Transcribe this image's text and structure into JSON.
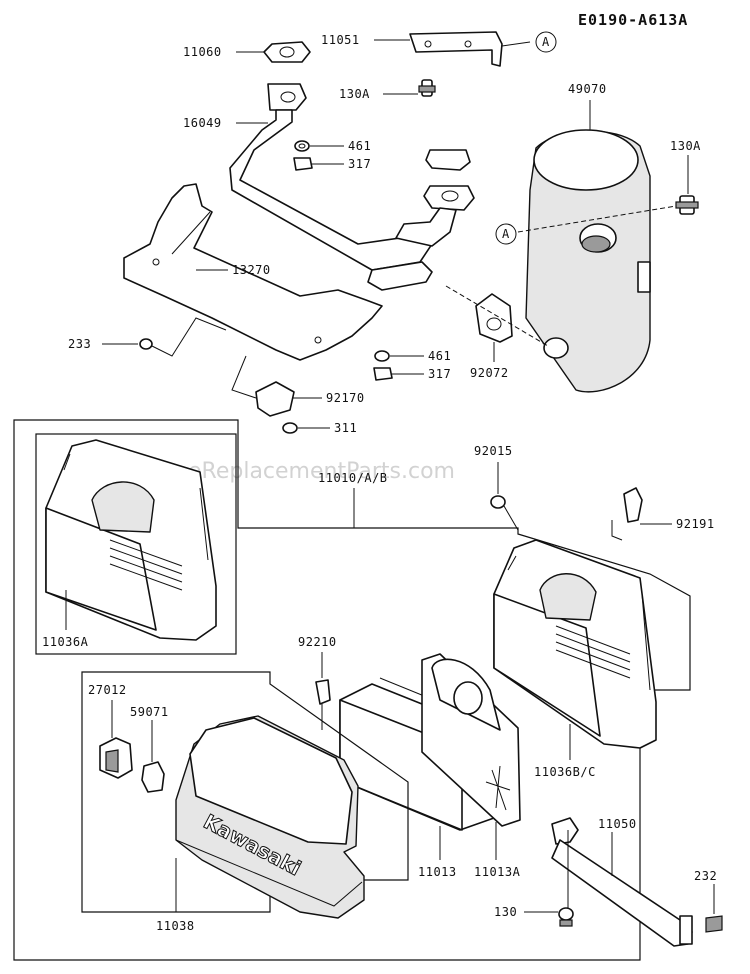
{
  "diagram": {
    "sheet_code": "E0190-A613A",
    "watermark": "eReplacementParts.com",
    "reference_marker": "A",
    "brand_text": "Kawasaki",
    "labels": {
      "p11060": "11060",
      "p11051": "11051",
      "p130A_top": "130A",
      "p16049": "16049",
      "p461_top": "461",
      "p317_top": "317",
      "p49070": "49070",
      "p130A_right": "130A",
      "p13270": "13270",
      "p233": "233",
      "p461_bot": "461",
      "p317_bot": "317",
      "p92072": "92072",
      "p92170": "92170",
      "p311": "311",
      "p92015": "92015",
      "p11010": "11010/A/B",
      "p92191": "92191",
      "p11036A": "11036A",
      "p92210": "92210",
      "p27012": "27012",
      "p59071": "59071",
      "p11036BC": "11036B/C",
      "p11013": "11013",
      "p11013A": "11013A",
      "p11050": "11050",
      "p232": "232",
      "p130": "130",
      "p11038": "11038"
    }
  }
}
